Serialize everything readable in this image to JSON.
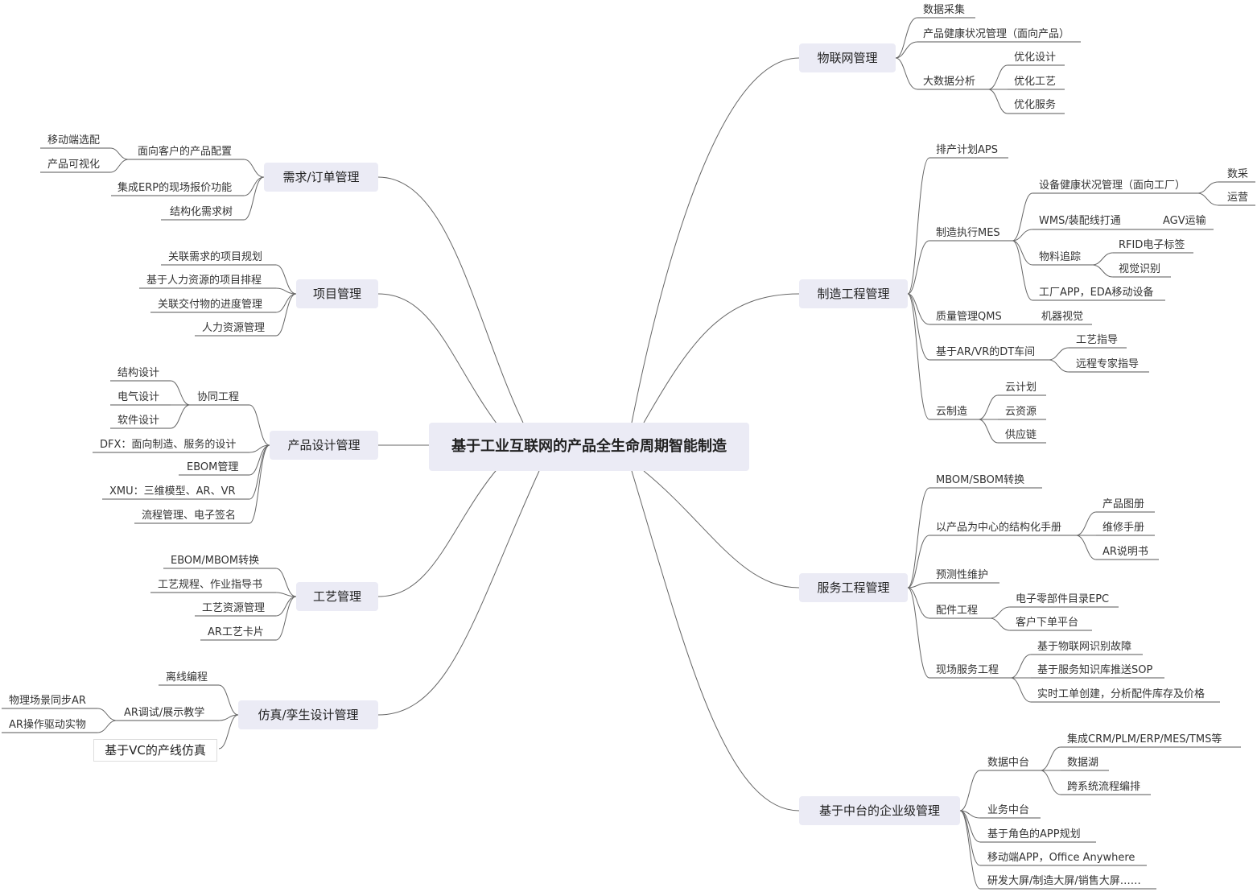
{
  "root": "基于工业互联网的产品全生命周期智能制造",
  "right": {
    "iot": {
      "label": "物联网管理",
      "items": [
        "数据采集",
        "产品健康状况管理（面向产品）",
        "大数据分析"
      ],
      "bigdata": [
        "优化设计",
        "优化工艺",
        "优化服务"
      ]
    },
    "mfg": {
      "label": "制造工程管理",
      "aps": "排产计划APS",
      "mes": {
        "label": "制造执行MES",
        "health": "设备健康状况管理（面向工厂）",
        "health_children": [
          "数采",
          "运营"
        ],
        "wms": "WMS/装配线打通",
        "agv": "AGV运输",
        "tracking": "物料追踪",
        "tracking_children": [
          "RFID电子标签",
          "视觉识别"
        ],
        "app": "工厂APP，EDA移动设备"
      },
      "qms": "质量管理QMS",
      "qms_child": "机器视觉",
      "dt": "基于AR/VR的DT车间",
      "dt_children": [
        "工艺指导",
        "远程专家指导"
      ],
      "cloud": "云制造",
      "cloud_children": [
        "云计划",
        "云资源",
        "供应链"
      ]
    },
    "service": {
      "label": "服务工程管理",
      "mbom": "MBOM/SBOM转换",
      "manual": "以产品为中心的结构化手册",
      "manual_children": [
        "产品图册",
        "维修手册",
        "AR说明书"
      ],
      "predict": "预测性维护",
      "parts": "配件工程",
      "parts_children": [
        "电子零部件目录EPC",
        "客户下单平台"
      ],
      "field": "现场服务工程",
      "field_children": [
        "基于物联网识别故障",
        "基于服务知识库推送SOP",
        "实时工单创建，分析配件库存及价格"
      ]
    },
    "enterprise": {
      "label": "基于中台的企业级管理",
      "data_center": "数据中台",
      "data_children": [
        "集成CRM/PLM/ERP/MES/TMS等",
        "数据湖",
        "跨系统流程编排"
      ],
      "items": [
        "业务中台",
        "基于角色的APP规划",
        "移动端APP，Office Anywhere",
        "研发大屏/制造大屏/销售大屏……"
      ]
    }
  },
  "left": {
    "demand": {
      "label": "需求/订单管理",
      "config": "面向客户的产品配置",
      "config_children": [
        "移动端选配",
        "产品可视化"
      ],
      "items": [
        "集成ERP的现场报价功能",
        "结构化需求树"
      ]
    },
    "project": {
      "label": "项目管理",
      "items": [
        "关联需求的项目规划",
        "基于人力资源的项目排程",
        "关联交付物的进度管理",
        "人力资源管理"
      ]
    },
    "design": {
      "label": "产品设计管理",
      "collab": "协同工程",
      "collab_children": [
        "结构设计",
        "电气设计",
        "软件设计"
      ],
      "items": [
        "DFX：面向制造、服务的设计",
        "EBOM管理",
        "XMU：三维模型、AR、VR",
        "流程管理、电子签名"
      ]
    },
    "process": {
      "label": "工艺管理",
      "items": [
        "EBOM/MBOM转换",
        "工艺规程、作业指导书",
        "工艺资源管理",
        "AR工艺卡片"
      ]
    },
    "sim": {
      "label": "仿真/孪生设计管理",
      "offline": "离线编程",
      "ar": "AR调试/展示教学",
      "ar_children": [
        "物理场景同步AR",
        "AR操作驱动实物"
      ],
      "vc": "基于VC的产线仿真"
    }
  }
}
